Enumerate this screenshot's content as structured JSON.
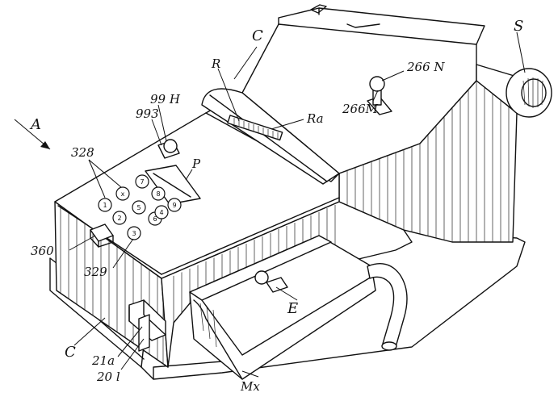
{
  "labels": {
    "C_top": "C",
    "S": "S",
    "R": "R",
    "Ra": "Ra",
    "266N": "266 N",
    "266M": "266M",
    "99H": "99 H",
    "993": "993",
    "A": "A",
    "328": "328",
    "P": "P",
    "360": "360",
    "329": "329",
    "C_bottom": "C",
    "21a": "21a",
    "201": "20 l",
    "Mx": "Mx",
    "E": "E"
  },
  "colors": {
    "ink": "#111111",
    "paper": "#ffffff"
  }
}
